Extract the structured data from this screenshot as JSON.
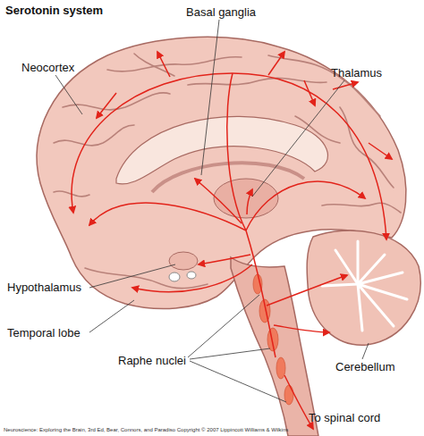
{
  "diagram": {
    "title": "Serotonin system",
    "labels": [
      "Basal ganglia",
      "Neocortex",
      "Thalamus",
      "Hypothalamus",
      "Temporal lobe",
      "Raphe nuclei",
      "Cerebellum",
      "To spinal cord",
      "Neuroscience: Exploring the Brain, 3rd Ed, Bear, Connors, and Paradiso Copyright © 2007 Lippincott Williams & Wilkins"
    ]
  }
}
